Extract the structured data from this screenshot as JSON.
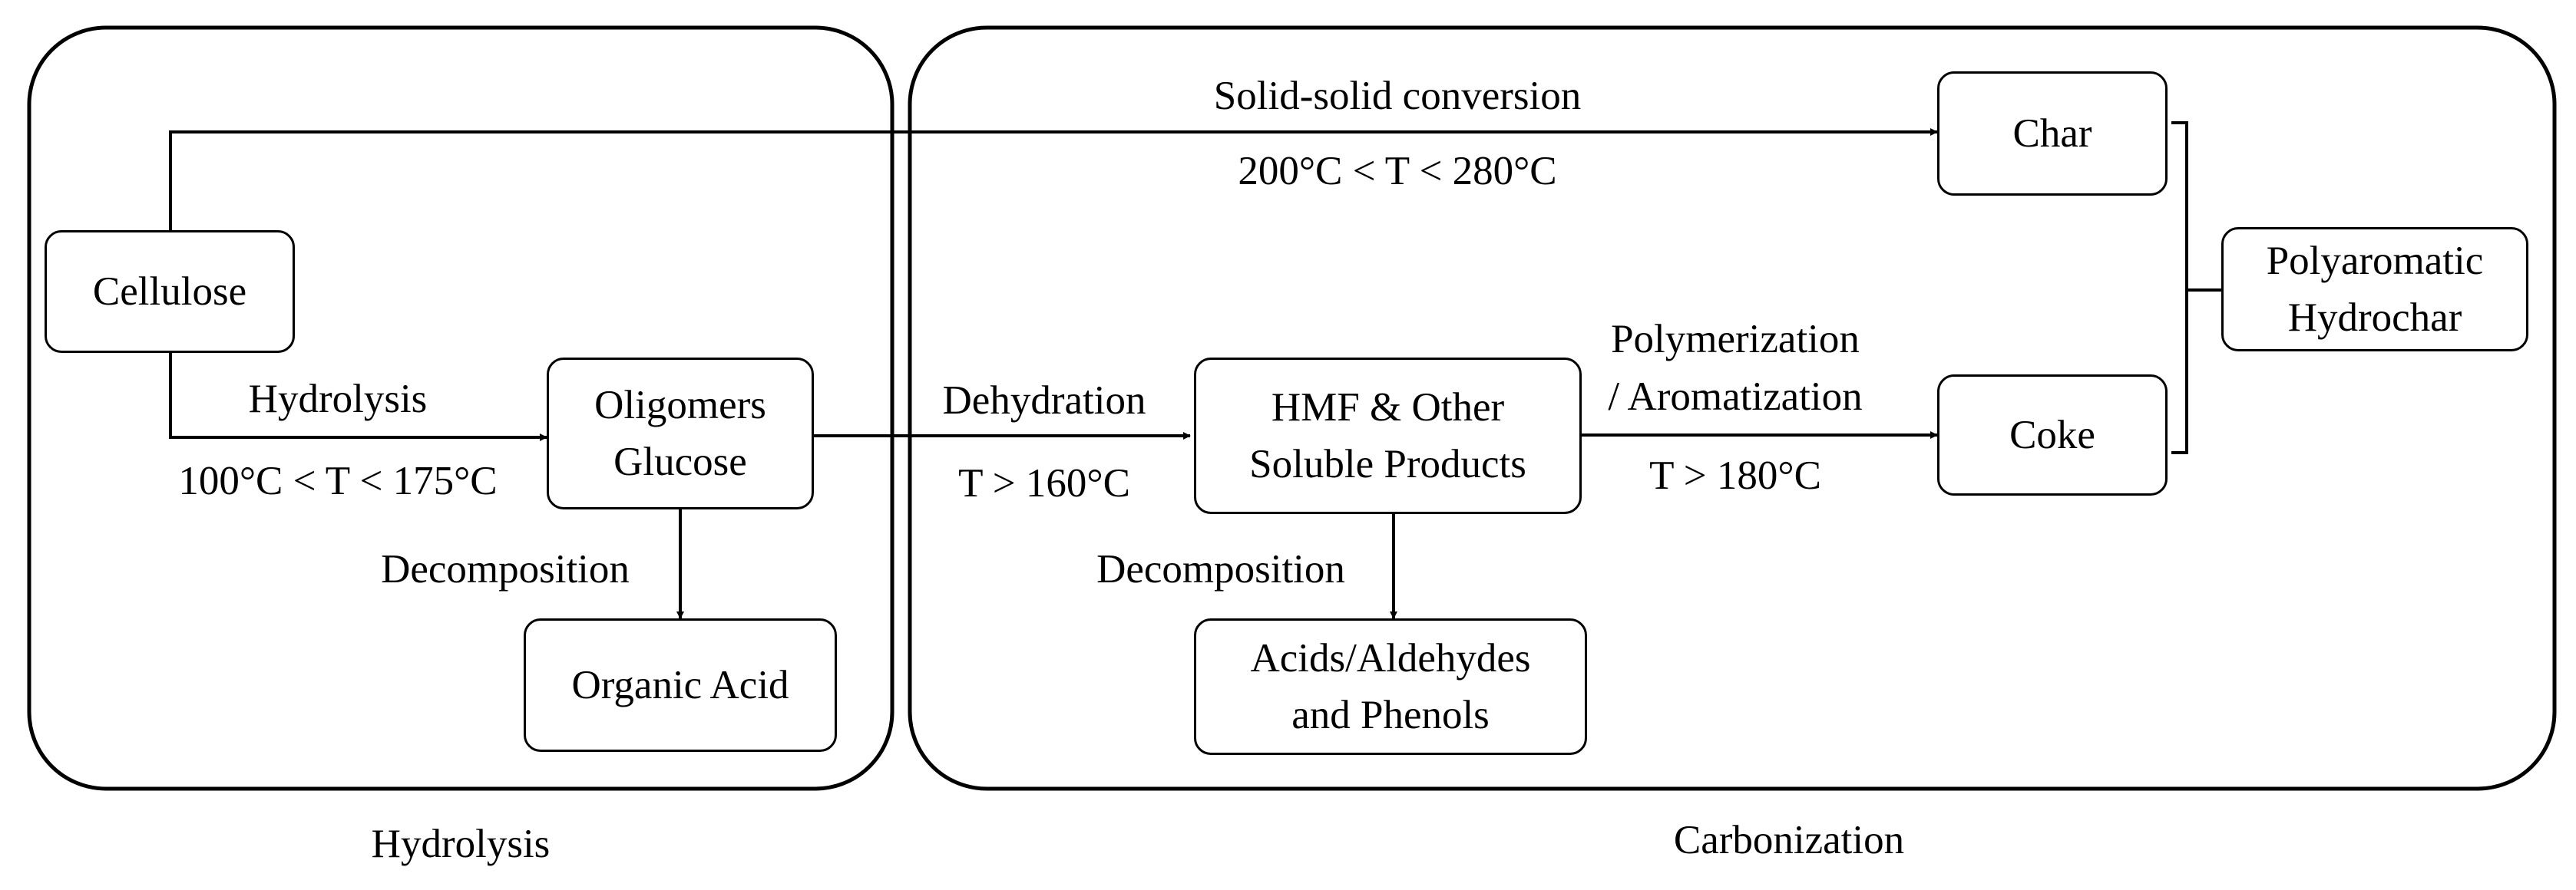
{
  "regions": {
    "hydrolysis": "Hydrolysis",
    "carbonization": "Carbonization"
  },
  "nodes": {
    "cellulose": "Cellulose",
    "oligomers_line1": "Oligomers",
    "oligomers_line2": "Glucose",
    "organic_acid": "Organic Acid",
    "hmf_line1": "HMF & Other",
    "hmf_line2": "Soluble Products",
    "acids_line1": "Acids/Aldehydes",
    "acids_line2": "and Phenols",
    "char": "Char",
    "coke": "Coke",
    "polyaromatic_line1": "Polyaromatic",
    "polyaromatic_line2": "Hydrochar"
  },
  "edges": {
    "solid_solid_name": "Solid-solid conversion",
    "solid_solid_temp": "200°C < T < 280°C",
    "hydrolysis_name": "Hydrolysis",
    "hydrolysis_temp": "100°C < T < 175°C",
    "decomposition_left": "Decomposition",
    "dehydration_name": "Dehydration",
    "dehydration_temp": "T > 160°C",
    "decomposition_right": "Decomposition",
    "polymerization_line1": "Polymerization",
    "polymerization_line2": "/ Aromatization",
    "polymerization_temp": "T > 180°C"
  }
}
